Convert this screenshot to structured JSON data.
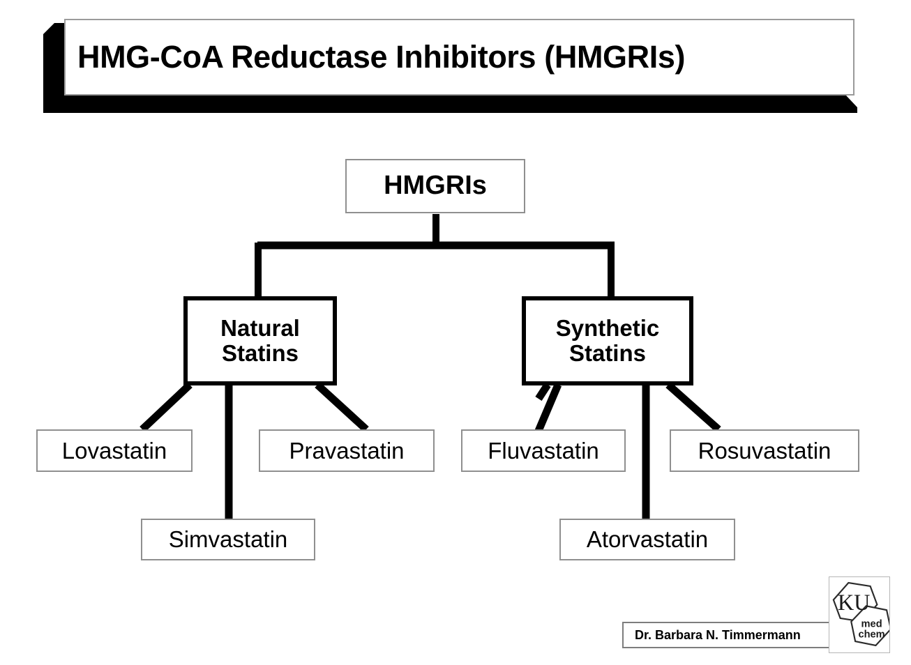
{
  "slide": {
    "title": "HMG-CoA Reductase Inhibitors (HMGRIs)",
    "background_color": "#ffffff",
    "accent_color": "#000000"
  },
  "diagram": {
    "root": {
      "label": "HMGRIs"
    },
    "branches": [
      {
        "label": "Natural\nStatins"
      },
      {
        "label": "Synthetic\nStatins"
      }
    ],
    "leaves": [
      {
        "label": "Lovastatin",
        "parent": "Natural Statins"
      },
      {
        "label": "Pravastatin",
        "parent": "Natural Statins"
      },
      {
        "label": "Simvastatin",
        "parent": "Natural Statins"
      },
      {
        "label": "Fluvastatin",
        "parent": "Synthetic Statins"
      },
      {
        "label": "Rosuvastatin",
        "parent": "Synthetic Statins"
      },
      {
        "label": "Atorvastatin",
        "parent": "Synthetic Statins"
      }
    ]
  },
  "footer": {
    "author": "Dr. Barbara N. Timmermann",
    "logo": {
      "top_text": "KU",
      "bottom_line1": "med",
      "bottom_line2": "chem"
    }
  }
}
